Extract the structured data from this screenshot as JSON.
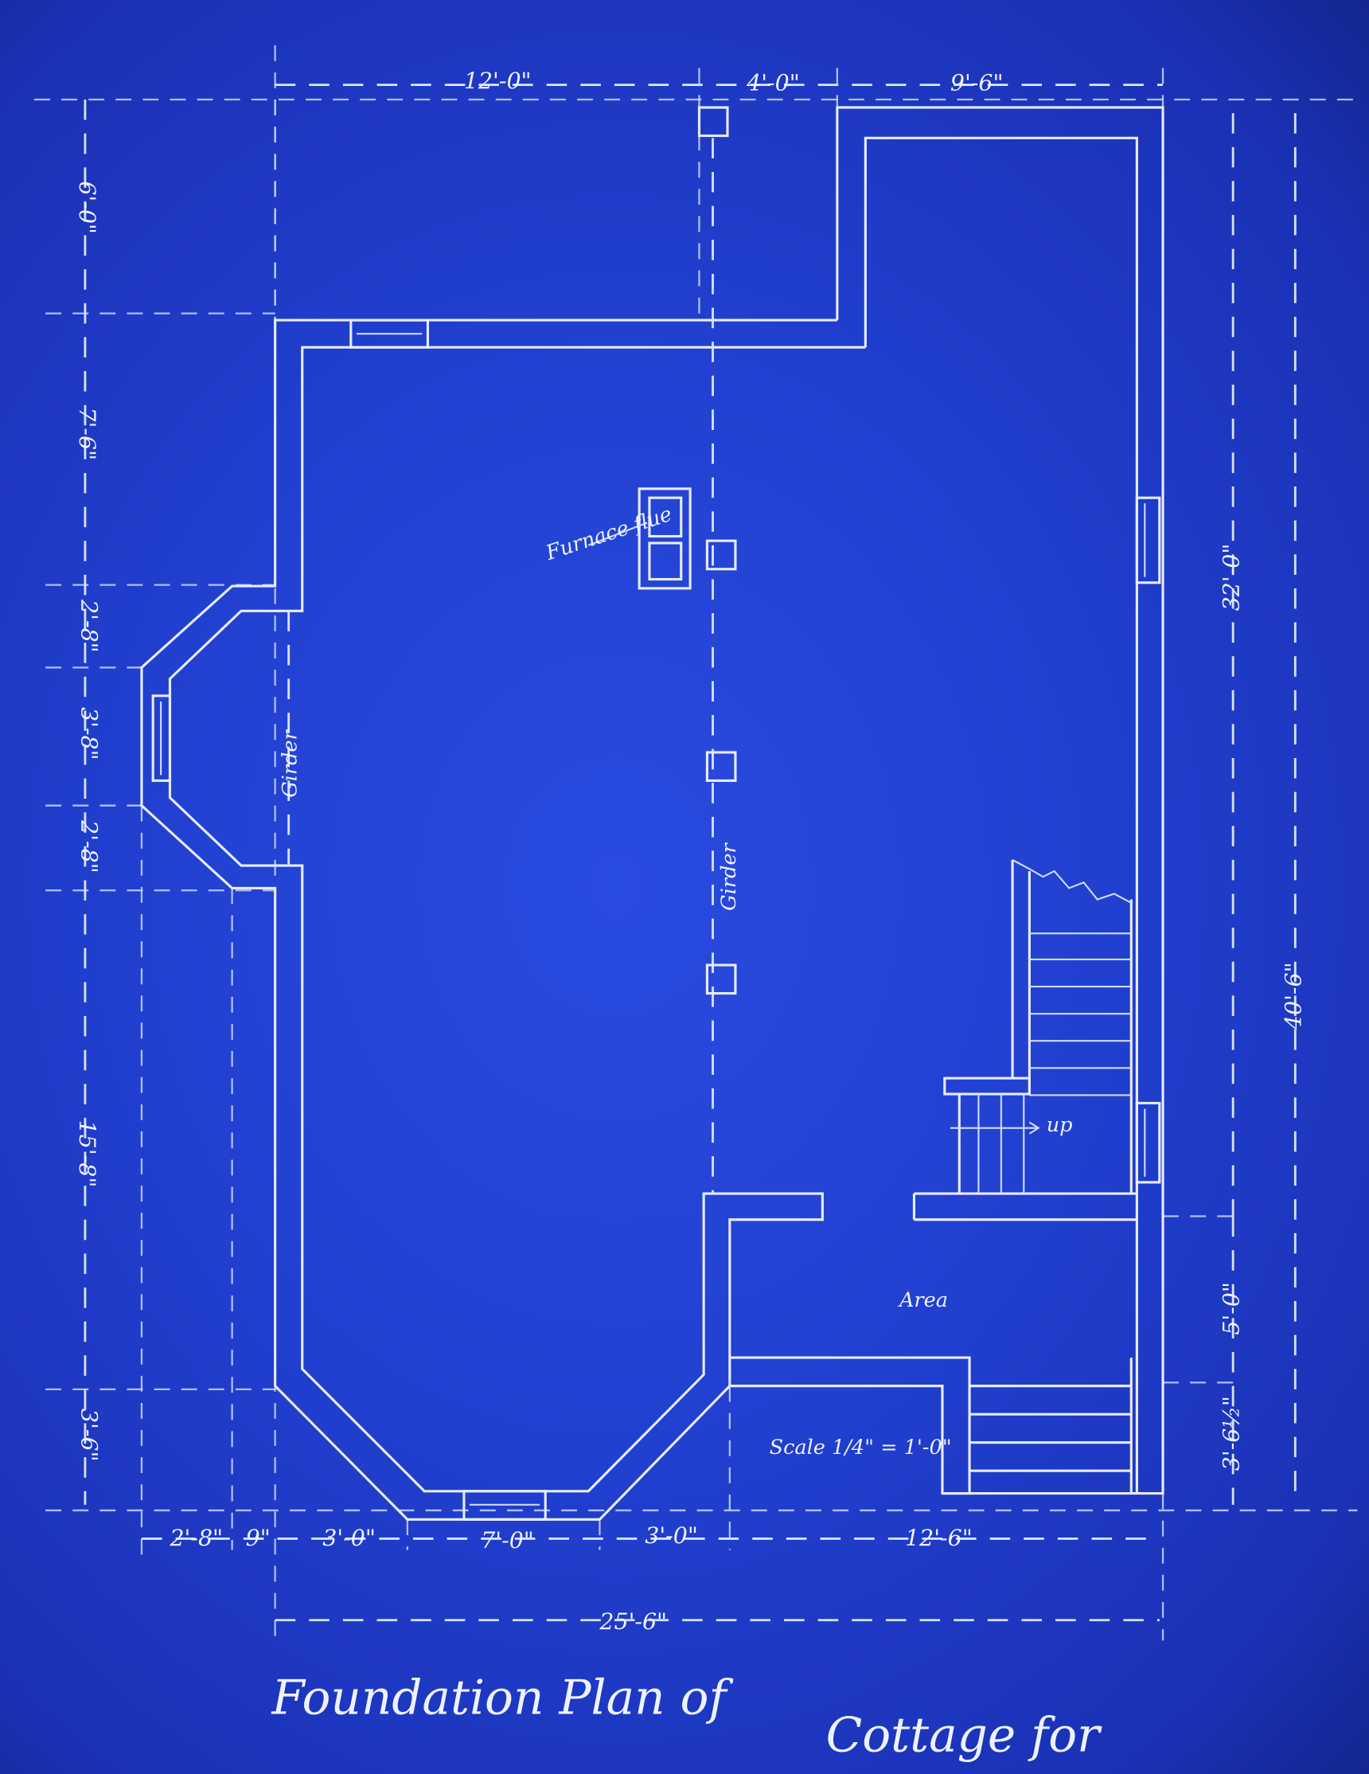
{
  "title": {
    "line1": "Foundation Plan of",
    "line2": "Cottage for"
  },
  "scale_note": "Scale 1/4\" = 1'-0\"",
  "labels": {
    "furnace": "Furnace flue",
    "girder_left": "Girder",
    "girder_center": "Girder",
    "up": "up",
    "area": "Area"
  },
  "dimensions": {
    "top": [
      "12'-0\"",
      "4'-0\"",
      "9'-6\""
    ],
    "left": [
      "6'-0\"",
      "7'-6\"",
      "2'-8\"",
      "3'-8\"",
      "2'-8\"",
      "15'-8\"",
      "3'-6\""
    ],
    "right": [
      "32'-0\"",
      "5'-0\"",
      "3'-6½\"",
      "40'-6\""
    ],
    "bottom": [
      "2'-8\"",
      "9\"",
      "3'-0\"",
      "7'-0\"",
      "3'-0\"",
      "12'-6\""
    ],
    "overall_bottom": "25'-6\""
  }
}
